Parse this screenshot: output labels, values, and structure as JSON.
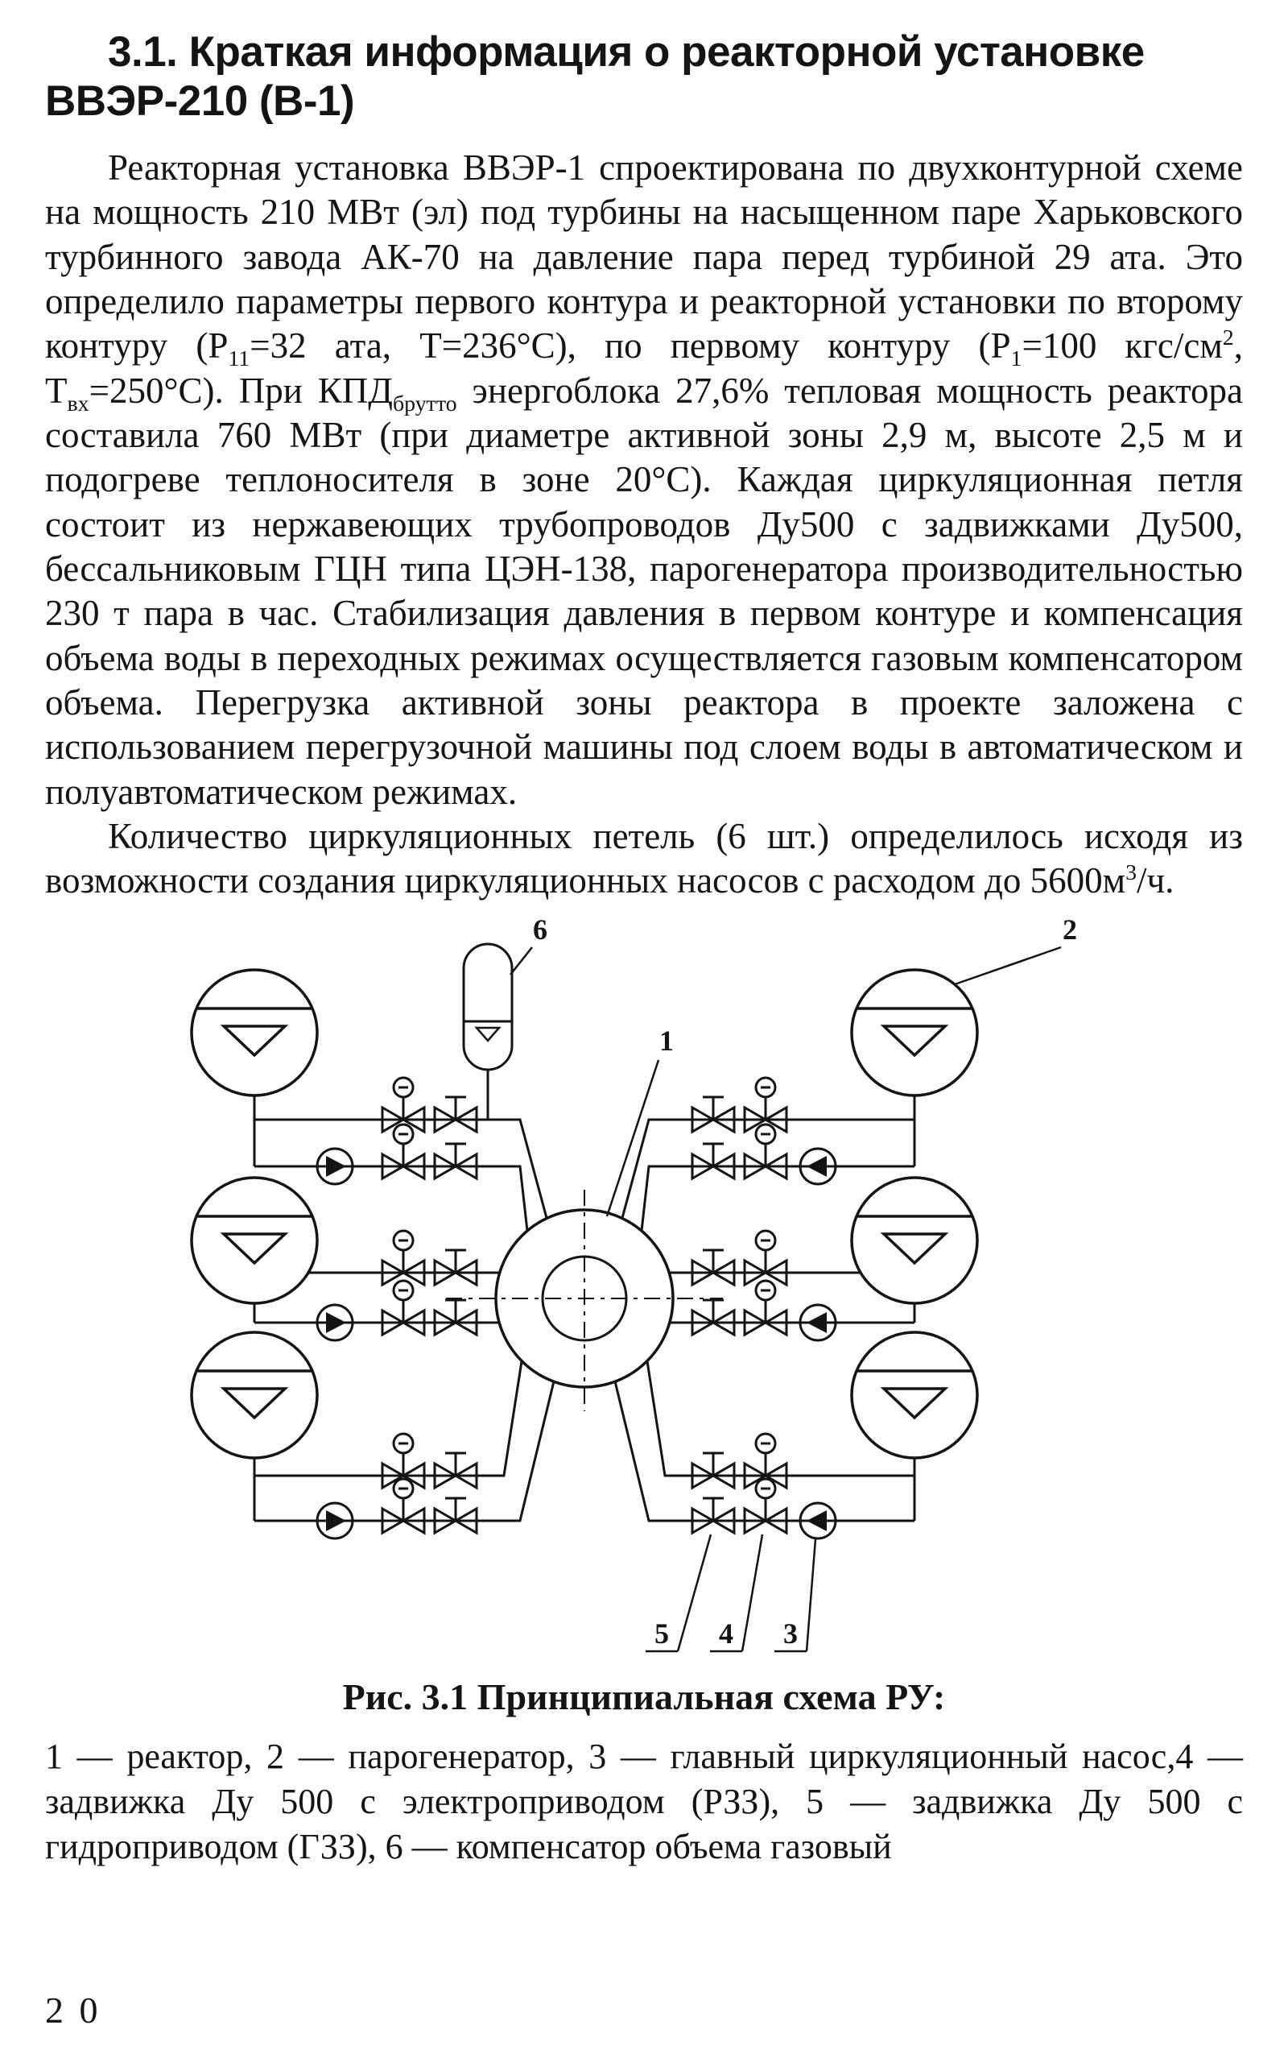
{
  "page": {
    "heading": "3.1. Краткая информация о реакторной установке ВВЭР-210 (В-1)",
    "paragraphs": {
      "p1": "Реакторная установка ВВЭР-1 спроектирована по двухконтурной схеме на мощность 210  МВт (эл) под турбины на насыщенном паре Харьковского турбинного завода АК-70  на давление пара перед турбиной 29 ата. Это определило параметры первого контура и реакторной установки по второму контуру (Р[sub]11[/sub]=32 ата, Т=236°С), по первому контуру (Р[sub]1[/sub]=100 кгс/см[sup]2[/sup], Т[sub]вх[/sub]=250°С). При КПД[sub]брутто[/sub] энергоблока 27,6% тепловая мощность реактора составила 760 МВт (при диаметре активной зоны 2,9 м, высоте 2,5 м и подогреве теплоносителя в зоне 20°С). Каждая циркуляционная петля состоит из нержавеющих трубопроводов Ду500 с задвижками Ду500, бессальниковым ГЦН типа ЦЭН-138, парогенератора производительностью 230 т пара в час. Стабилизация давления в первом контуре и компенсация объема воды в переходных режимах осуществляется газовым компенсатором объема. Перегрузка активной зоны реактора в проекте заложена с использованием перегрузочной машины под слоем воды в автоматическом и полуавтоматическом режимах.",
      "p2": "Количество циркуляционных петель (6 шт.) определилось исходя  из возможности создания циркуляционных насосов с расходом до 5600м[sup]3[/sup]/ч."
    },
    "figure": {
      "caption": "Рис. 3.1 Принципиальная схема РУ:",
      "legend": "1 — реактор, 2 — парогенератор, 3 — главный циркуляционный насос,4 — задвижка Ду 500 с электроприводом (РЗЗ), 5 — задвижка Ду 500 с гидроприводом (ГЗЗ), 6 — компенсатор объема газовый",
      "labels": {
        "reactor": "1",
        "steam_generator": "2",
        "pump": "3",
        "valve_electric": "4",
        "valve_hydraulic": "5",
        "compensator": "6"
      }
    },
    "page_number": "2 0",
    "colors": {
      "ink": "#141414",
      "paper": "#fdfdfb"
    }
  }
}
